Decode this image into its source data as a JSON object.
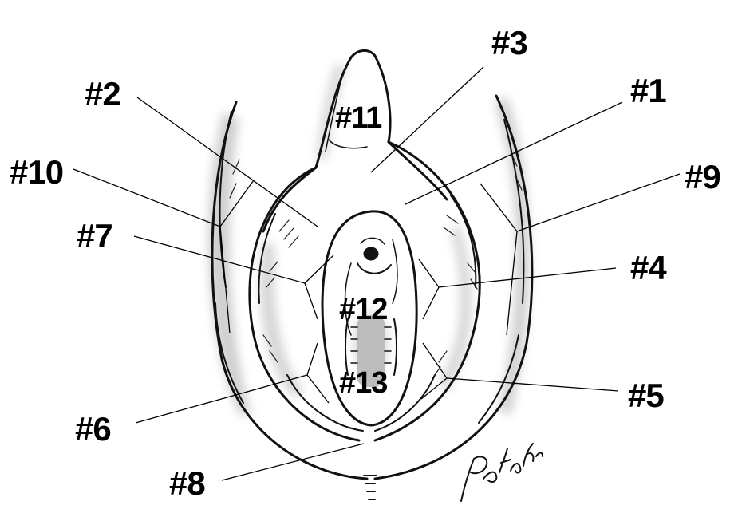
{
  "labels": [
    {
      "id": "1",
      "text": "#1"
    },
    {
      "id": "2",
      "text": "#2"
    },
    {
      "id": "3",
      "text": "#3"
    },
    {
      "id": "4",
      "text": "#4"
    },
    {
      "id": "5",
      "text": "#5"
    },
    {
      "id": "6",
      "text": "#6"
    },
    {
      "id": "7",
      "text": "#7"
    },
    {
      "id": "8",
      "text": "#8"
    },
    {
      "id": "9",
      "text": "#9"
    },
    {
      "id": "10",
      "text": "#10"
    },
    {
      "id": "11",
      "text": "#11"
    },
    {
      "id": "12",
      "text": "#12"
    },
    {
      "id": "13",
      "text": "#13"
    }
  ],
  "signature": "Petrakin"
}
